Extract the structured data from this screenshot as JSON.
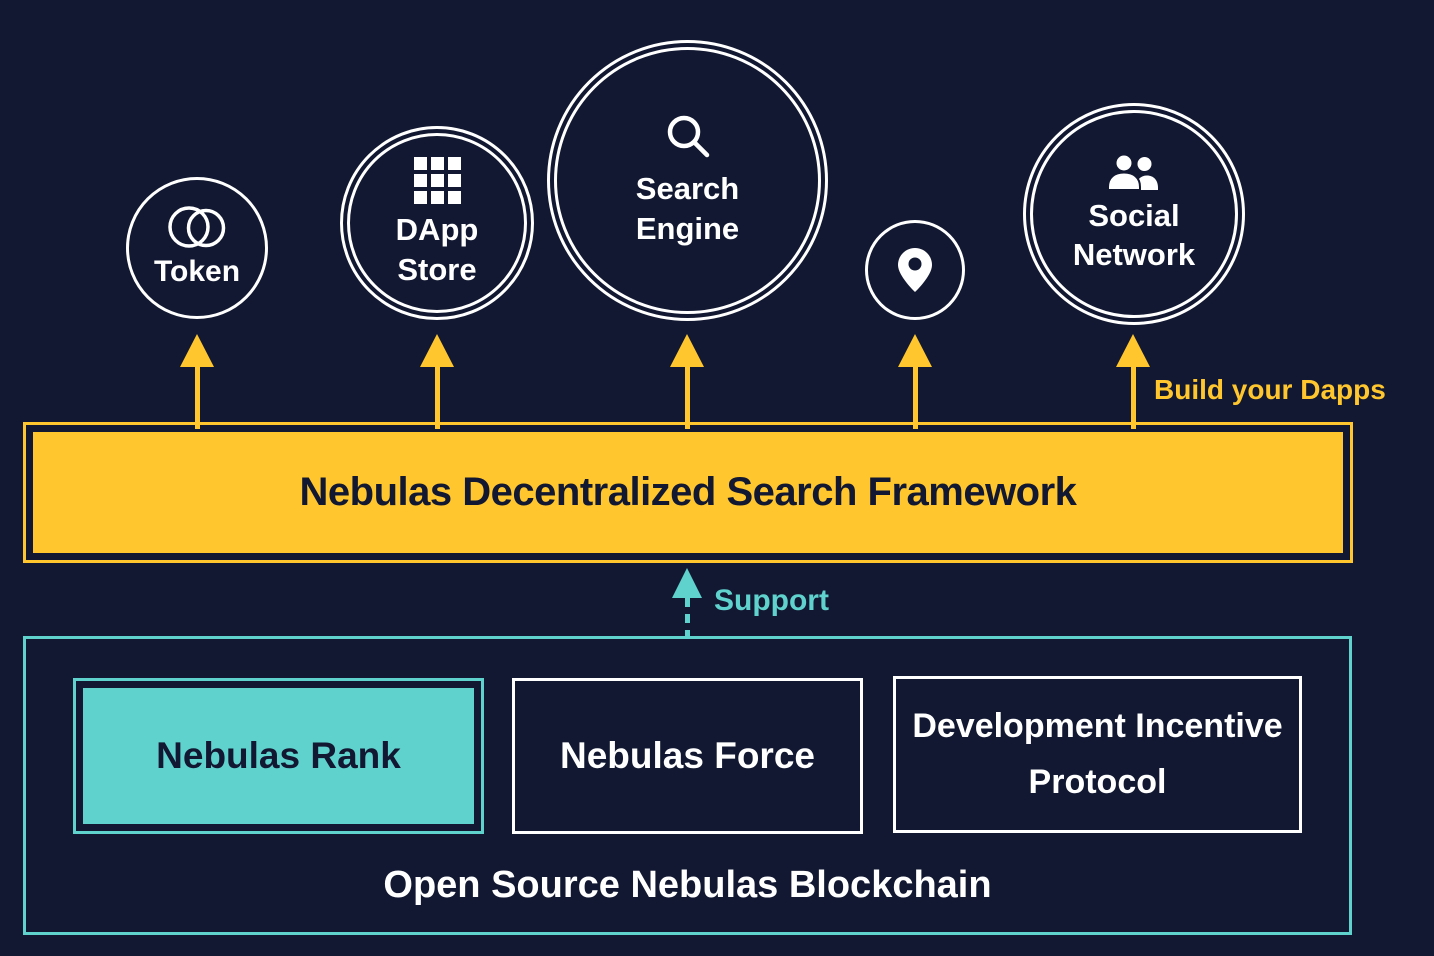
{
  "circles": {
    "token": {
      "label": "Token",
      "icon": "coins-icon",
      "ring": "single"
    },
    "dapp_store": {
      "label": "DApp Store",
      "icon": "app-grid-icon",
      "ring": "double"
    },
    "search_engine": {
      "label": "Search Engine",
      "icon": "magnifier-icon",
      "ring": "double"
    },
    "location": {
      "label": "",
      "icon": "location-pin-icon",
      "ring": "single"
    },
    "social_network": {
      "label": "Social Network",
      "icon": "people-icon",
      "ring": "double"
    }
  },
  "annotations": {
    "build_your_dapps": "Build your Dapps",
    "support": "Support"
  },
  "framework_banner": {
    "label": "Nebulas Decentralized Search Framework"
  },
  "blockchain": {
    "title": "Open Source Nebulas Blockchain",
    "modules": {
      "nebulas_rank": {
        "label": "Nebulas Rank",
        "style": "teal-filled"
      },
      "nebulas_force": {
        "label": "Nebulas Force",
        "style": "outlined"
      },
      "dev_incentive": {
        "label": "Development Incentive Protocol",
        "style": "outlined"
      }
    }
  },
  "colors": {
    "background": "#121831",
    "accent_yellow": "#FFC62E",
    "accent_teal": "#5FD2CE",
    "node_stroke": "#FFFFFF"
  }
}
